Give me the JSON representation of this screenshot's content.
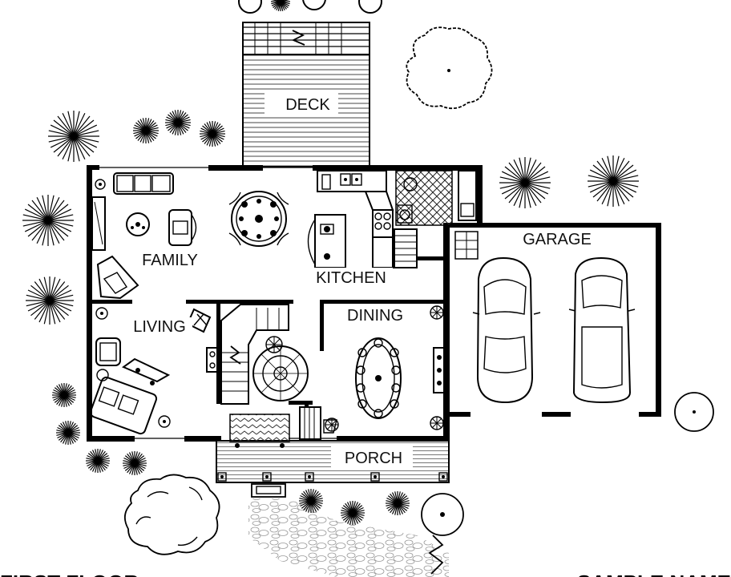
{
  "plan": {
    "rooms": {
      "deck": "DECK",
      "family": "FAMILY",
      "kitchen": "KITCHEN",
      "living": "LIVING",
      "dining": "DINING",
      "garage": "GARAGE",
      "porch": "PORCH"
    },
    "captions": {
      "floor": "FIRST FLOOR",
      "sample": "SAMPLE NAME"
    },
    "colors": {
      "line": "#000000",
      "background": "#ffffff"
    }
  }
}
